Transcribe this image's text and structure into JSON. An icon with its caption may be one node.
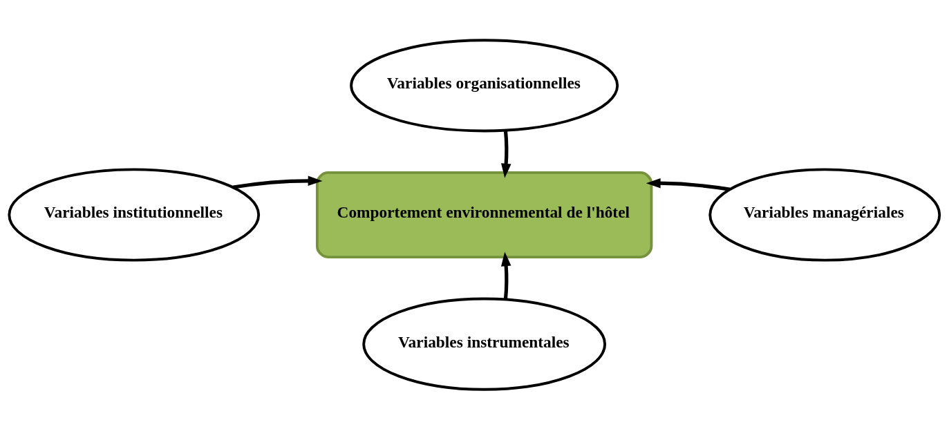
{
  "diagram": {
    "nodes": [
      {
        "text": [
          "Variables organisationnelles"
        ]
      },
      {
        "text": [
          "Variables institutionnelles"
        ]
      },
      {
        "text": [
          "Comportement environnemental de l'hôtel"
        ]
      },
      {
        "text": [
          "Variables managériales"
        ]
      },
      {
        "text": [
          "Variables instrumentales"
        ]
      }
    ],
    "edges": [
      {
        "from": 0,
        "to": 2,
        "arrow": "to"
      },
      {
        "from": 1,
        "to": 2,
        "arrow": "to"
      },
      {
        "from": 3,
        "to": 2,
        "arrow": "to"
      },
      {
        "from": 4,
        "to": 2,
        "arrow": "to"
      }
    ]
  }
}
